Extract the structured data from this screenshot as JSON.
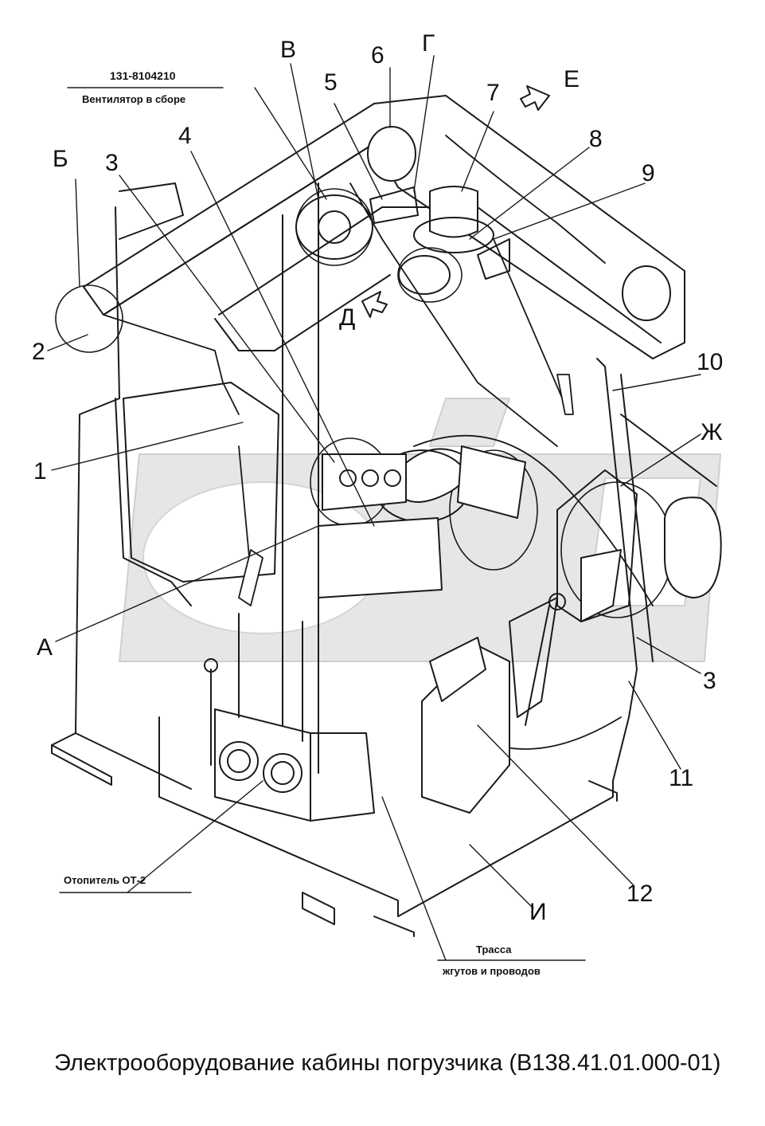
{
  "diagram": {
    "caption": "Электрооборудование кабины погрузчика (В138.41.01.000-01)",
    "callouts": {
      "B": "В",
      "B_left": "Б",
      "G": "Г",
      "E": "Е",
      "D": "Д",
      "ZH": "Ж",
      "A": "А",
      "I": "И",
      "n1": "1",
      "n2": "2",
      "n3_left": "3",
      "n3_right": "3",
      "n4": "4",
      "n5": "5",
      "n6": "6",
      "n7": "7",
      "n8": "8",
      "n9": "9",
      "n10": "10",
      "n11": "11",
      "n12": "12"
    },
    "notes": {
      "fan_part_number": "131-8104210",
      "fan_name": "Вентилятор в сборе",
      "heater": "Отопитель ОТ-2",
      "harness_line1": "Трасса",
      "harness_line2": "жгутов и проводов"
    },
    "colors": {
      "line": "#1a1a1a",
      "watermark": "#e3e3e3",
      "fill": "#ffffff",
      "shade": "#d9d9d9"
    }
  }
}
